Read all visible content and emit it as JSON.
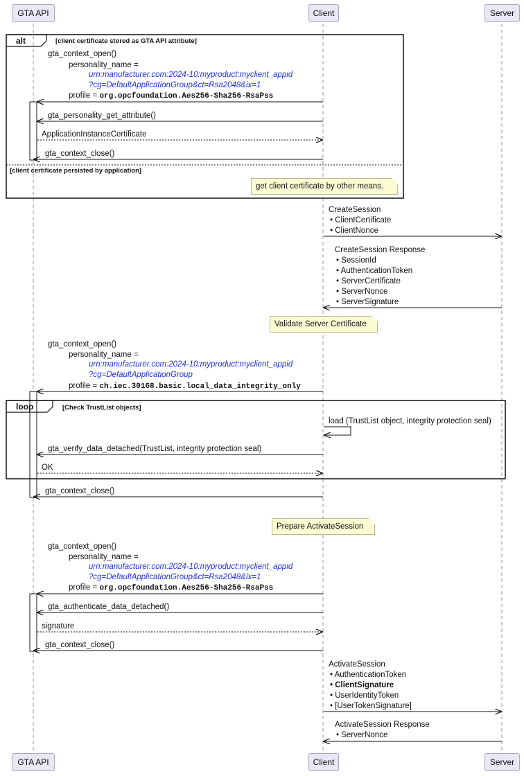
{
  "participants": {
    "gta": "GTA API",
    "client": "Client",
    "server": "Server"
  },
  "alt_fragment": {
    "tag": "alt",
    "guard1": "[client certificate stored as GTA API attribute]",
    "guard2": "[client certificate persisted by application]"
  },
  "loop_fragment": {
    "tag": "loop",
    "guard": "[Check TrustList objects]"
  },
  "messages": {
    "ctx_open": "gta_context_open()",
    "personality_name": "personality_name =",
    "urn": "urn:manufacturer.com:2024-10:myproduct:myclient_appid",
    "cg_rsa": "?cg=DefaultApplicationGroup&ct=Rsa2048&ix=1",
    "cg_default": "?cg=DefaultApplicationGroup",
    "profile_label": "profile =",
    "profile_opc": "org.opcfoundation.Aes256-Sha256-RsaPss",
    "profile_iec": "ch.iec.30168.basic.local_data_integrity_only",
    "get_attr": "gta_personality_get_attribute()",
    "app_cert": "ApplicationInstanceCertificate",
    "ctx_close": "gta_context_close()",
    "create_session": "CreateSession",
    "create_session_items": [
      "• ClientCertificate",
      "• ClientNonce"
    ],
    "create_session_resp": "CreateSession Response",
    "create_session_resp_items": [
      "• SessionId",
      "• AuthenticationToken",
      "• ServerCertificate",
      "• ServerNonce",
      "• ServerSignature"
    ],
    "load": "load (TrustList object, integrity protection seal)",
    "verify": "gta_verify_data_detached(TrustList, integrity protection seal)",
    "ok": "OK",
    "auth": "gta_authenticate_data_detached()",
    "signature": "signature",
    "activate_session": "ActivateSession",
    "activate_item1": "• AuthenticationToken",
    "activate_item2": "• ClientSignature",
    "activate_item3": "• UserIdentityToken",
    "activate_item4": "• [UserTokenSignature]",
    "activate_resp": "ActivateSession Response",
    "activate_resp_item": "• ServerNonce"
  },
  "notes": {
    "other_means": "get client certificate by other means.",
    "validate": "Validate Server Certificate",
    "prepare": "Prepare ActivateSession"
  },
  "colors": {
    "participant_fill": "#e8e8f5",
    "participant_border": "#a8a8c6",
    "note_fill": "#fbfbd4",
    "urn_text": "#2230dd"
  }
}
